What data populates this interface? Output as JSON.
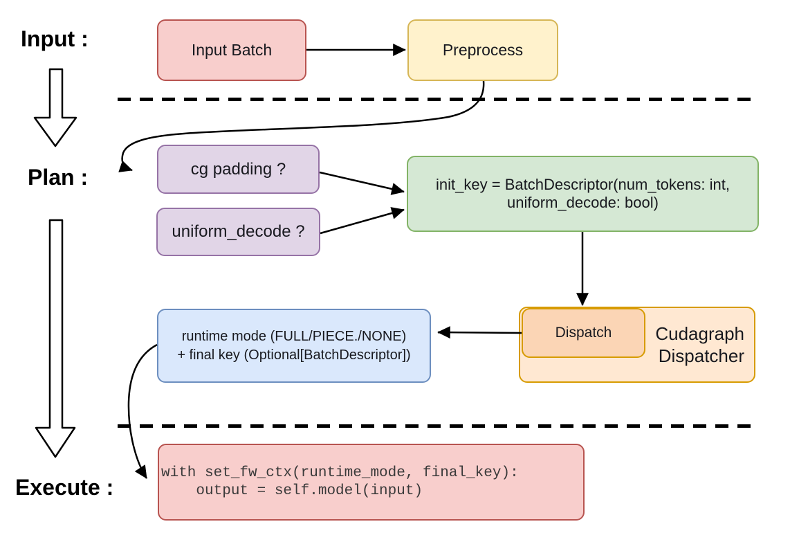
{
  "diagram": {
    "title_context": "Cudagraph dispatching flow",
    "stage_labels": {
      "input": "Input :",
      "plan": "Plan :",
      "execute": "Execute :"
    },
    "nodes": {
      "input_batch": {
        "label": "Input Batch"
      },
      "preprocess": {
        "label": "Preprocess"
      },
      "cg_padding": {
        "label": "cg padding ?"
      },
      "uniform_decode": {
        "label": "uniform_decode ?"
      },
      "init_key": {
        "line1": "init_key = BatchDescriptor(num_tokens: int,",
        "line2": "uniform_decode: bool)"
      },
      "dispatch": {
        "label": "Dispatch"
      },
      "cudagraph_dispatcher": {
        "line1": "Cudagraph",
        "line2": "Dispatcher"
      },
      "runtime_mode": {
        "line1": "runtime mode (FULL/PIECE./NONE)",
        "line2": "+ final key (Optional[BatchDescriptor])"
      },
      "execute_code": {
        "line1": "with set_fw_ctx(runtime_mode, final_key):",
        "line2": "    output = self.model(input)"
      }
    },
    "colors": {
      "red_fill": "#f8cecc",
      "red_stroke": "#b85450",
      "yellow_fill": "#fff2cc",
      "yellow_stroke": "#d6b656",
      "purple_fill": "#e1d5e7",
      "purple_stroke": "#9673a6",
      "green_fill": "#d5e8d4",
      "green_stroke": "#82b366",
      "blue_fill": "#dae8fc",
      "blue_stroke": "#6c8ebf",
      "orange_outer_fill": "#ffe8d2",
      "orange_inner_fill": "#fbd5b5",
      "orange_stroke": "#d79b00",
      "connector": "#000000"
    },
    "icons": [
      "flow-down-arrow-icon",
      "flow-down-arrow-icon",
      "arrowhead-icon"
    ]
  }
}
